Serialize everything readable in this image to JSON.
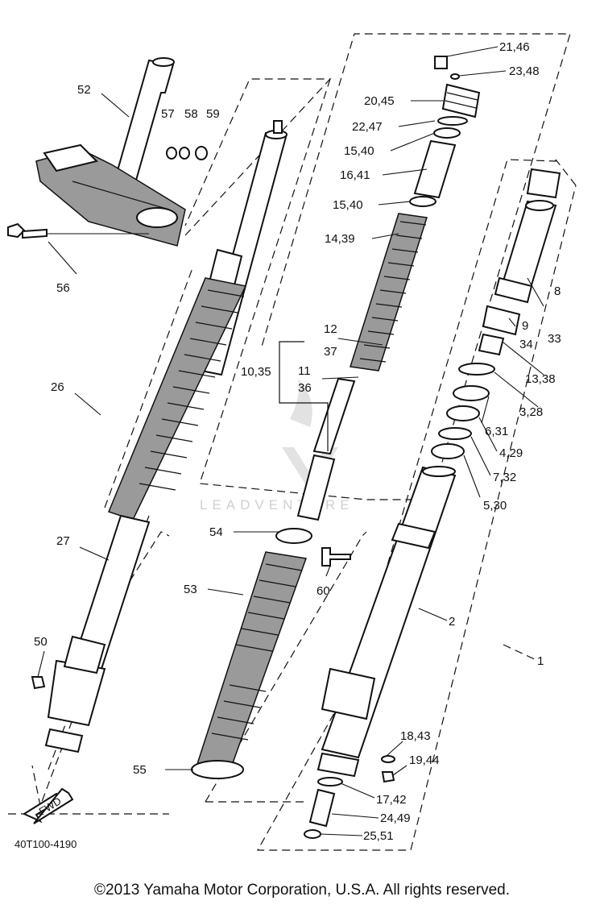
{
  "diagram": {
    "labels": [
      "21,46",
      "23,48",
      "20,45",
      "22,47",
      "15,40",
      "16,41",
      "15,40",
      "14,39",
      "12",
      "37",
      "10,35",
      "11",
      "36",
      "8",
      "33",
      "9",
      "34",
      "13,38",
      "3,28",
      "6,31",
      "4,29",
      "7,32",
      "5,30",
      "52",
      "57",
      "58",
      "59",
      "56",
      "26",
      "27",
      "50",
      "54",
      "53",
      "60",
      "2",
      "1",
      "55",
      "18,43",
      "19,44",
      "17,42",
      "24,49",
      "25,51"
    ],
    "fwd": "FWD",
    "code": "40T100-4190",
    "watermark": "LEADVENTURE"
  },
  "footer": {
    "copyright": "©2013 Yamaha Motor Corporation, U.S.A. All rights reserved."
  }
}
